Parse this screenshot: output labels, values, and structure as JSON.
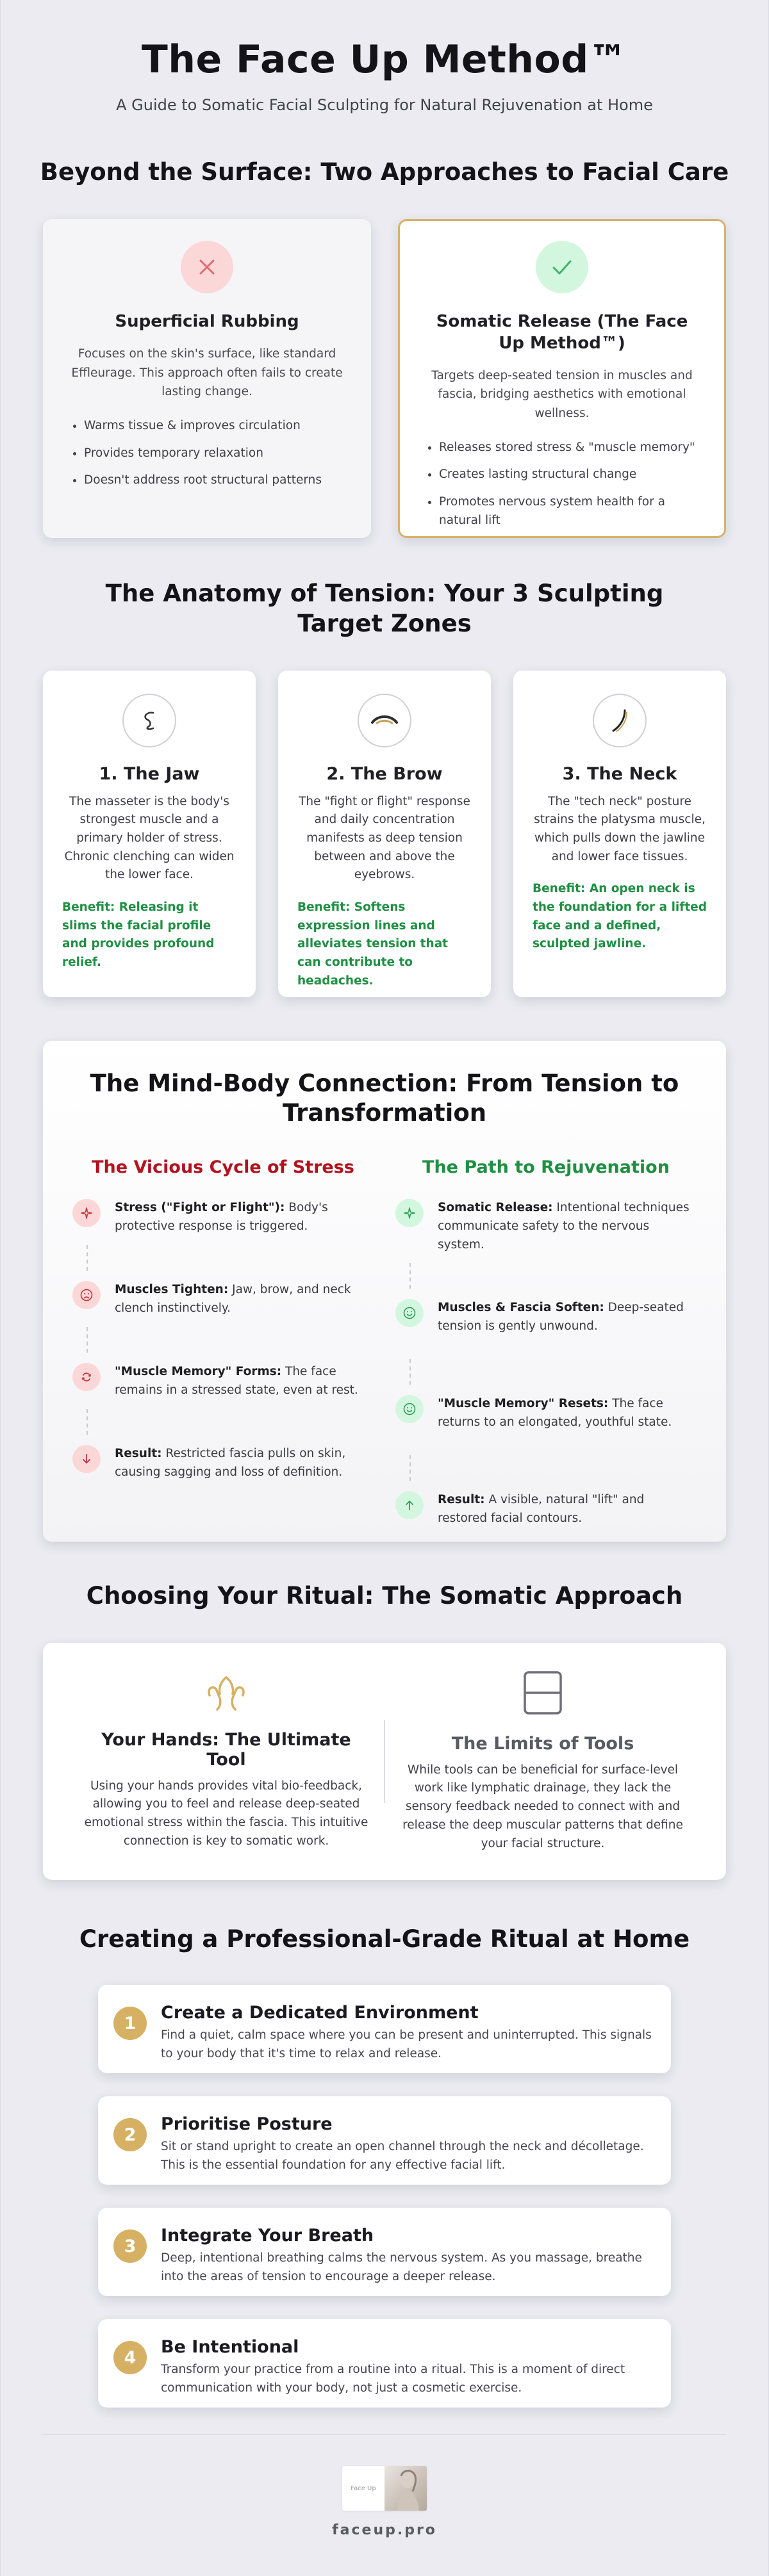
{
  "header": {
    "title": "The Face Up Method™",
    "subtitle": "A Guide to Somatic Facial Sculpting for Natural Rejuvenation at Home"
  },
  "approaches": {
    "title": "Beyond the Surface: Two Approaches to Facial Care",
    "superficial": {
      "icon": "x-icon",
      "title": "Superficial Rubbing",
      "description": "Focuses on the skin's surface, like standard Effleurage. This approach often fails to create lasting change.",
      "points": [
        "Warms tissue & improves circulation",
        "Provides temporary relaxation",
        "Doesn't address root structural patterns"
      ]
    },
    "somatic": {
      "icon": "check-icon",
      "title": "Somatic Release (The Face Up Method™)",
      "description": "Targets deep-seated tension in muscles and fascia, bridging aesthetics with emotional wellness.",
      "points": [
        "Releases stored stress & \"muscle memory\"",
        "Creates lasting structural change",
        "Promotes nervous system health for a natural lift"
      ]
    }
  },
  "zones": {
    "title": "The Anatomy of Tension: Your 3 Sculpting Target Zones",
    "items": [
      {
        "icon": "jaw-icon",
        "title": "1. The Jaw",
        "description": "The masseter is the body's strongest muscle and a primary holder of stress. Chronic clenching can widen the lower face.",
        "benefit": "Benefit: Releasing it slims the facial profile and provides profound relief."
      },
      {
        "icon": "brow-icon",
        "title": "2. The Brow",
        "description": "The \"fight or flight\" response and daily concentration manifests as deep tension between and above the eyebrows.",
        "benefit": "Benefit: Softens expression lines and alleviates tension that can contribute to headaches."
      },
      {
        "icon": "neck-icon",
        "title": "3. The Neck",
        "description": "The \"tech neck\" posture strains the platysma muscle, which pulls down the jawline and lower face tissues.",
        "benefit": "Benefit: An open neck is the foundation for a lifted face and a defined, sculpted jawline."
      }
    ]
  },
  "mind_body": {
    "title": "The Mind-Body Connection: From Tension to Transformation",
    "stress": {
      "heading": "The Vicious Cycle of Stress",
      "steps": [
        {
          "icon": "sparkle-icon",
          "label": "Stress (\"Fight or Flight\"):",
          "text": " Body's protective response is triggered."
        },
        {
          "icon": "frown-icon",
          "label": "Muscles Tighten:",
          "text": " Jaw, brow, and neck clench instinctively."
        },
        {
          "icon": "loop-icon",
          "label": "\"Muscle Memory\" Forms:",
          "text": " The face remains in a stressed state, even at rest."
        },
        {
          "icon": "arrow-down-icon",
          "label": "Result:",
          "text": " Restricted fascia pulls on skin, causing sagging and loss of definition."
        }
      ]
    },
    "path": {
      "heading": "The Path to Rejuvenation",
      "steps": [
        {
          "icon": "sparkle-icon",
          "label": "Somatic Release:",
          "text": " Intentional techniques communicate safety to the nervous system."
        },
        {
          "icon": "smile-icon",
          "label": "Muscles & Fascia Soften:",
          "text": " Deep-seated tension is gently unwound."
        },
        {
          "icon": "smile-icon",
          "label": "\"Muscle Memory\" Resets:",
          "text": " The face returns to an elongated, youthful state."
        },
        {
          "icon": "arrow-up-icon",
          "label": "Result:",
          "text": " A visible, natural \"lift\" and restored facial contours."
        }
      ]
    }
  },
  "ritual": {
    "title": "Choosing Your Ritual: The Somatic Approach",
    "hands": {
      "icon": "hands-icon",
      "title": "Your Hands: The Ultimate Tool",
      "description": "Using your hands provides vital bio-feedback, allowing you to feel and release deep-seated emotional stress within the fascia. This intuitive connection is key to somatic work."
    },
    "tools": {
      "icon": "tool-icon",
      "title": "The Limits of Tools",
      "description": "While tools can be beneficial for surface-level work like lymphatic drainage, they lack the sensory feedback needed to connect with and release the deep muscular patterns that define your facial structure."
    }
  },
  "home_ritual": {
    "title": "Creating a Professional-Grade Ritual at Home",
    "steps": [
      {
        "number": "1",
        "title": "Create a Dedicated Environment",
        "description": "Find a quiet, calm space where you can be present and uninterrupted. This signals to your body that it's time to relax and release."
      },
      {
        "number": "2",
        "title": "Prioritise Posture",
        "description": "Sit or stand upright to create an open channel through the neck and décolletage. This is the essential foundation for any effective facial lift."
      },
      {
        "number": "3",
        "title": "Integrate Your Breath",
        "description": "Deep, intentional breathing calms the nervous system. As you massage, breathe into the areas of tension to encourage a deeper release."
      },
      {
        "number": "4",
        "title": "Be Intentional",
        "description": "Transform your practice from a routine into a ritual. This is a moment of direct communication with your body, not just a cosmetic exercise."
      }
    ]
  },
  "footer": {
    "logo_text": "Face Up",
    "url": "faceup.pro"
  },
  "colors": {
    "gold": "#d6b063",
    "stress_red": "#b3121f",
    "path_green": "#1f8f43",
    "background": "#ebebf1"
  }
}
